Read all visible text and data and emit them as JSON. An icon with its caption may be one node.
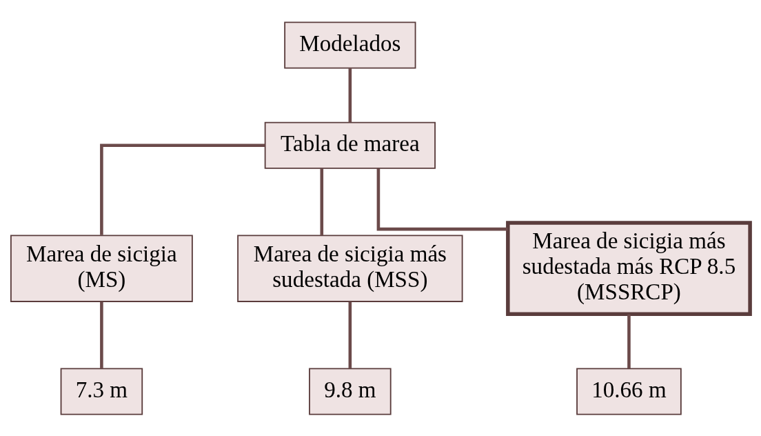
{
  "diagram": {
    "nodes": [
      {
        "text": [
          "Modelados"
        ]
      },
      {
        "text": [
          "Tabla de marea"
        ]
      },
      {
        "text": [
          "Marea de sicigia (MS)"
        ]
      },
      {
        "text": [
          "Marea de sicigia más sudestada (MSS)"
        ]
      },
      {
        "text": [
          "Marea de sicigia más sudestada más RCP 8.5 (MSSRCP)"
        ]
      },
      {
        "text": [
          "7.3 m"
        ]
      },
      {
        "text": [
          "9.8 m"
        ]
      },
      {
        "text": [
          "10.66 m"
        ]
      }
    ],
    "edges": [
      {
        "from": 0,
        "to": 1,
        "arrow": "none"
      },
      {
        "from": 1,
        "to": 2,
        "arrow": "none"
      },
      {
        "from": 1,
        "to": 3,
        "arrow": "none"
      },
      {
        "from": 1,
        "to": 4,
        "arrow": "none"
      },
      {
        "from": 2,
        "to": 5,
        "arrow": "none"
      },
      {
        "from": 3,
        "to": 6,
        "arrow": "none"
      },
      {
        "from": 4,
        "to": 7,
        "arrow": "none"
      }
    ]
  }
}
